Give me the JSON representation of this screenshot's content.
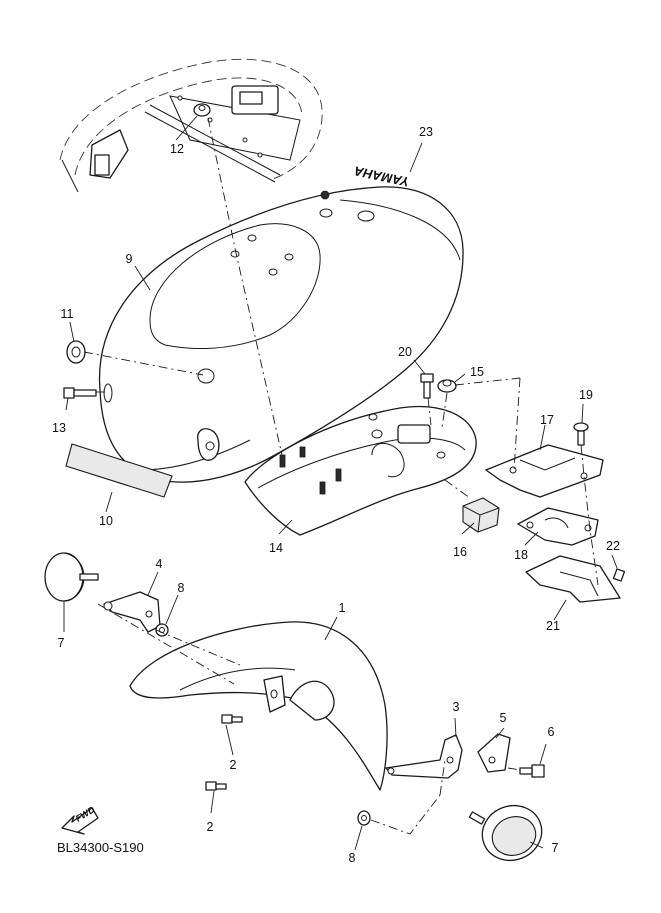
{
  "diagram_code": "BL34300-S190",
  "brand_decal_text": "YAMAHA",
  "direction_label": "FWD",
  "callouts": {
    "c1": "1",
    "c2a": "2",
    "c2b": "2",
    "c3": "3",
    "c4": "4",
    "c5": "5",
    "c6": "6",
    "c7a": "7",
    "c7b": "7",
    "c8a": "8",
    "c8b": "8",
    "c9": "9",
    "c10": "10",
    "c11": "11",
    "c12": "12",
    "c13": "13",
    "c14": "14",
    "c15": "15",
    "c16": "16",
    "c17": "17",
    "c18": "18",
    "c19": "19",
    "c20": "20",
    "c21": "21",
    "c22": "22",
    "c23": "23"
  }
}
